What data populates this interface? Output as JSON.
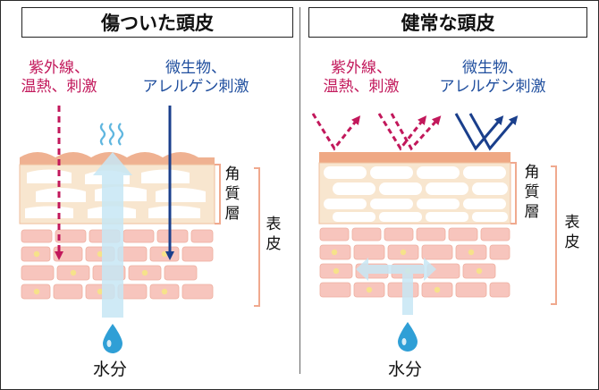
{
  "panels": {
    "left": {
      "title": "傷ついた頭皮",
      "uv_label": [
        "紫外線、",
        "温熱、刺激"
      ],
      "microbe_label": [
        "微生物、",
        "アレルゲン刺激"
      ],
      "stratum_label": [
        "角",
        "質",
        "層"
      ],
      "epidermis_label": [
        "表",
        "皮"
      ],
      "water_label": "水分"
    },
    "right": {
      "title": "健常な頭皮",
      "uv_label": [
        "紫外線、",
        "温熱、刺激"
      ],
      "microbe_label": [
        "微生物、",
        "アレルゲン刺激"
      ],
      "stratum_label": [
        "角",
        "質",
        "層"
      ],
      "epidermis_label": [
        "表",
        "皮"
      ],
      "water_label": "水分"
    }
  },
  "colors": {
    "uv_arrow": "#c2185b",
    "microbe_arrow": "#1a3f8c",
    "water_arrow": "#c7e6f4",
    "stratum_fill": "#f8e6cf",
    "cell_fill": "#f7c5bd",
    "bracket": "#f0a98e",
    "droplet": "#2f9fd6"
  }
}
